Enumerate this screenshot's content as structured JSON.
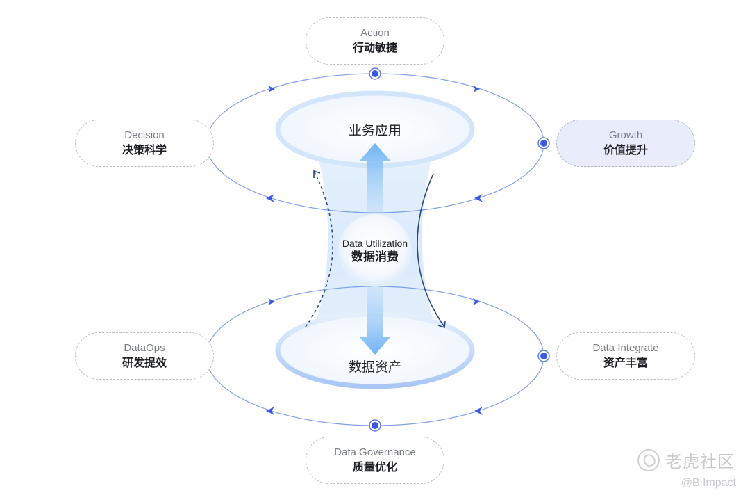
{
  "nodes": {
    "top": {
      "en": "Action",
      "zh": "行动敏捷"
    },
    "left_upper": {
      "en": "Decision",
      "zh": "决策科学"
    },
    "right_upper": {
      "en": "Growth",
      "zh": "价值提升"
    },
    "left_lower": {
      "en": "DataOps",
      "zh": "研发提效"
    },
    "right_lower": {
      "en": "Data Integrate",
      "zh": "资产丰富"
    },
    "bottom": {
      "en": "Data Governance",
      "zh": "质量优化"
    }
  },
  "ellipses": {
    "upper": {
      "label": "业务应用"
    },
    "lower": {
      "label": "数据资产"
    }
  },
  "center": {
    "en": "Data Utilization",
    "zh": "数据消费"
  },
  "watermark": {
    "brand": "老虎社区",
    "handle": "@B Impact"
  },
  "colors": {
    "orbit": "#4a6ee0",
    "node_dot": "#3a5ae6",
    "ellipse_ring": "#cfe2fb",
    "arrow_fill": "#7ab8f5",
    "flow_line": "#2a3f7a",
    "highlight_pill": "#e9edfb"
  }
}
